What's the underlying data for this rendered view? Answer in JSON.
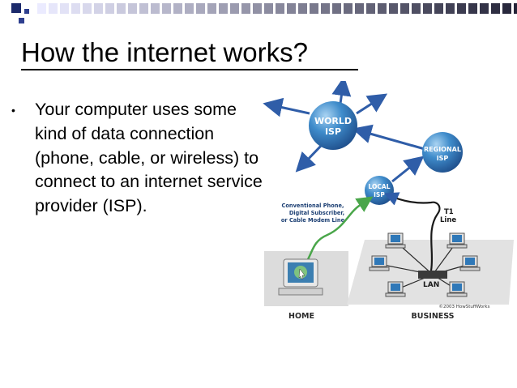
{
  "slide": {
    "title": "How the internet works?",
    "bullet": "Your computer uses some kind of data connection (phone, cable, or wireless) to connect to an internet service provider (ISP)."
  },
  "diagram": {
    "world_isp": [
      "WORLD",
      "ISP"
    ],
    "regional_isp": [
      "REGIONAL",
      "ISP"
    ],
    "local_isp": [
      "LOCAL",
      "ISP"
    ],
    "connection_label": [
      "Conventional Phone,",
      "Digital Subscriber,",
      "or Cable Modem Line"
    ],
    "t1_label": [
      "T1",
      "Line"
    ],
    "lan_label": "LAN",
    "home_label": "HOME",
    "business_label": "BUSINESS",
    "copyright": "©2003 HowStuffWorks"
  },
  "colors": {
    "band_dark": "#1c2a6b",
    "isp_blue": "#2f78b8",
    "arrow_blue": "#2f5da8",
    "green_line": "#4aa64a",
    "platform_gray": "#d6d6d6"
  }
}
